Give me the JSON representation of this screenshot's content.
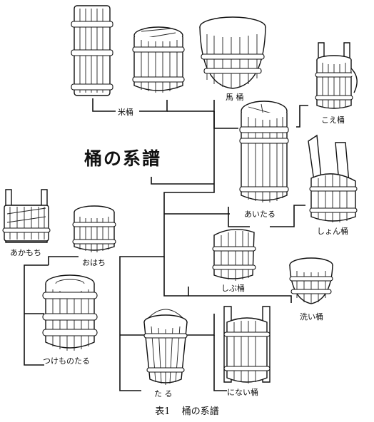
{
  "diagram": {
    "title": "桶の系譜",
    "caption": {
      "number": "表1",
      "text": "桶の系譜"
    },
    "labels": {
      "kometsuke": "米桶",
      "uma": "馬 桶",
      "koe": "こえ桶",
      "aitaru": "あいたる",
      "shoyu": "しょん桶",
      "akamochi": "あかもち",
      "ohachi": "おはち",
      "shibu": "しぶ桶",
      "arai": "洗い桶",
      "tsukemono": "つけものたる",
      "taru": "た る",
      "ninai": "にない桶"
    }
  }
}
